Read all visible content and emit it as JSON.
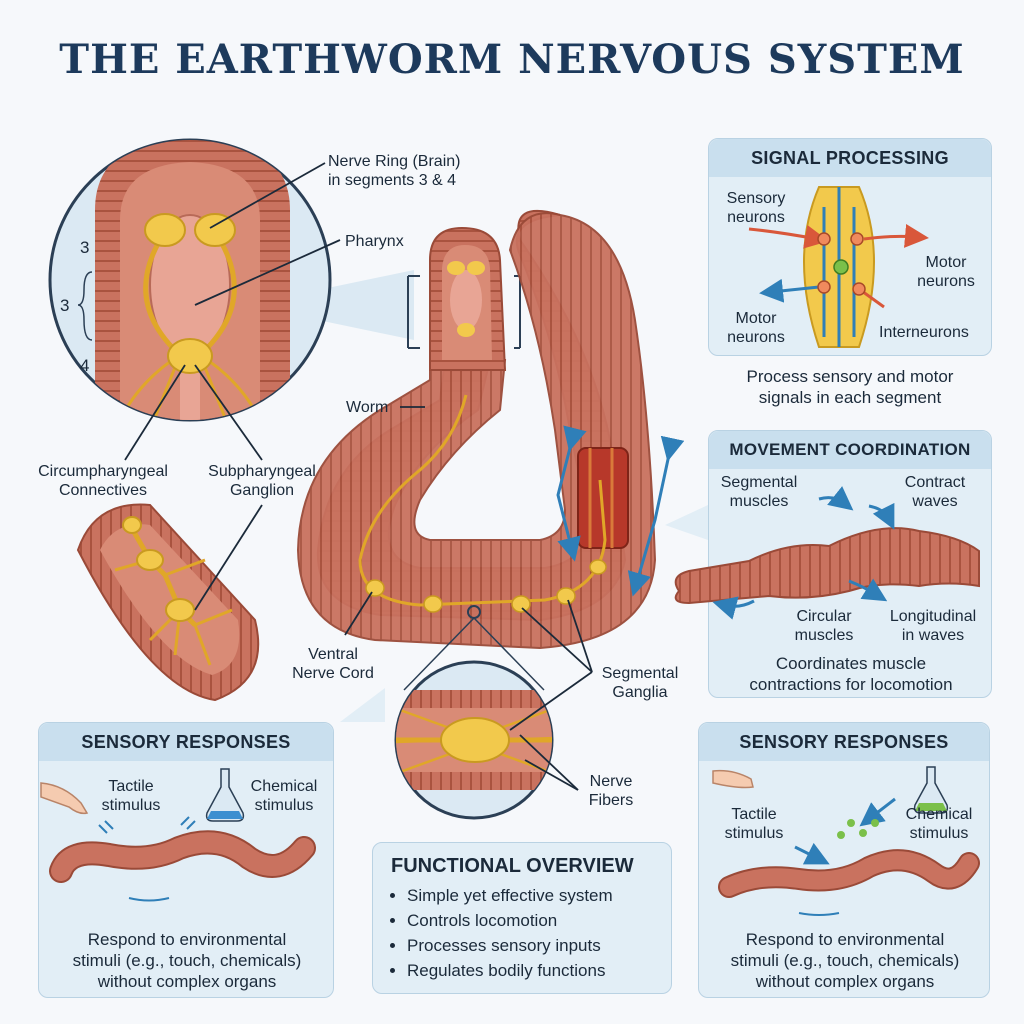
{
  "title": "THE EARTHWORM NERVOUS SYSTEM",
  "labels": {
    "nerve_ring": "Nerve Ring (Brain)",
    "nerve_ring_2": "in segments 3 & 4",
    "pharynx": "Pharynx",
    "seg_a": "3",
    "seg_b": "3",
    "seg_c": "4",
    "circum_1": "Circumpharyngeal",
    "circum_2": "Connectives",
    "subph_1": "Subpharyngeal",
    "subph_2": "Ganglion",
    "worm": "Worm",
    "ventral_1": "Ventral",
    "ventral_2": "Nerve Cord",
    "segmental_1": "Segmental",
    "segmental_2": "Ganglia",
    "fibers_1": "Nerve",
    "fibers_2": "Fibers"
  },
  "signal": {
    "title": "SIGNAL PROCESSING",
    "sensory_1": "Sensory",
    "sensory_2": "neurons",
    "motor_r1": "Motor",
    "motor_r2": "neurons",
    "motor_l1": "Motor",
    "motor_l2": "neurons",
    "inter": "Interneurons",
    "caption_1": "Process sensory and motor",
    "caption_2": "signals in each segment"
  },
  "movement": {
    "title": "MOVEMENT COORDINATION",
    "seg_1": "Segmental",
    "seg_2": "muscles",
    "contract_1": "Contract",
    "contract_2": "waves",
    "circ_1": "Circular",
    "circ_2": "muscles",
    "long_1": "Longitudinal",
    "long_2": "in waves",
    "caption_1": "Coordinates muscle",
    "caption_2": "contractions for locomotion"
  },
  "sensory_left": {
    "title": "SENSORY RESPONSES",
    "tactile_1": "Tactile",
    "tactile_2": "stimulus",
    "chem_1": "Chemical",
    "chem_2": "stimulus",
    "caption_1": "Respond to environmental",
    "caption_2": "stimuli (e.g., touch, chemicals)",
    "caption_3": "without complex organs"
  },
  "sensory_right": {
    "title": "SENSORY RESPONSES",
    "tactile_1": "Tactile",
    "tactile_2": "stimulus",
    "chem_1": "Chemical",
    "chem_2": "stimulus",
    "caption_1": "Respond to environmental",
    "caption_2": "stimuli (e.g., touch, chemicals)",
    "caption_3": "without complex organs"
  },
  "overview": {
    "title": "FUNCTIONAL OVERVIEW",
    "items": [
      "Simple yet effective system",
      "Controls locomotion",
      "Processes sensory inputs",
      "Regulates bodily functions"
    ]
  },
  "colors": {
    "title": "#1d3a5c",
    "worm_body": "#c9725f",
    "ganglion": "#f2c94c",
    "panel": "#e2eef6",
    "arrow": "#2f7fb8"
  }
}
